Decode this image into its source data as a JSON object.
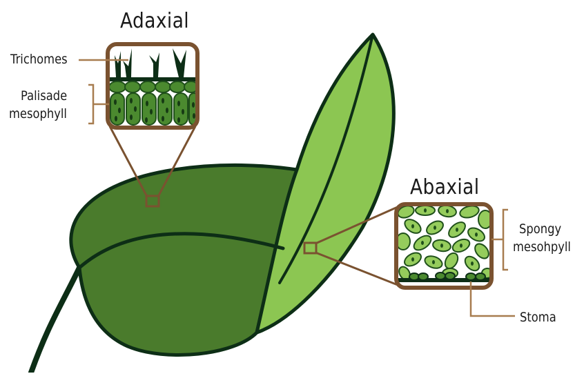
{
  "labels": {
    "adaxial_title": "Adaxial",
    "abaxial_title": "Abaxial",
    "trichomes": "Trichomes",
    "palisade_line1": "Palisade",
    "palisade_line2": "mesophyll",
    "spongy_line1": "Spongy",
    "spongy_line2": "mesohpyll",
    "stoma": "Stoma"
  },
  "colors": {
    "outline": "#0d2e16",
    "leaf_dark": "#4a7b2c",
    "leaf_light": "#8cc652",
    "cell_light": "#95cc5c",
    "cell_dark": "#4b8a2f",
    "cell_outline": "#1f4f1a",
    "frame_brown": "#7a5230",
    "leader_tan": "#a77c4f"
  }
}
